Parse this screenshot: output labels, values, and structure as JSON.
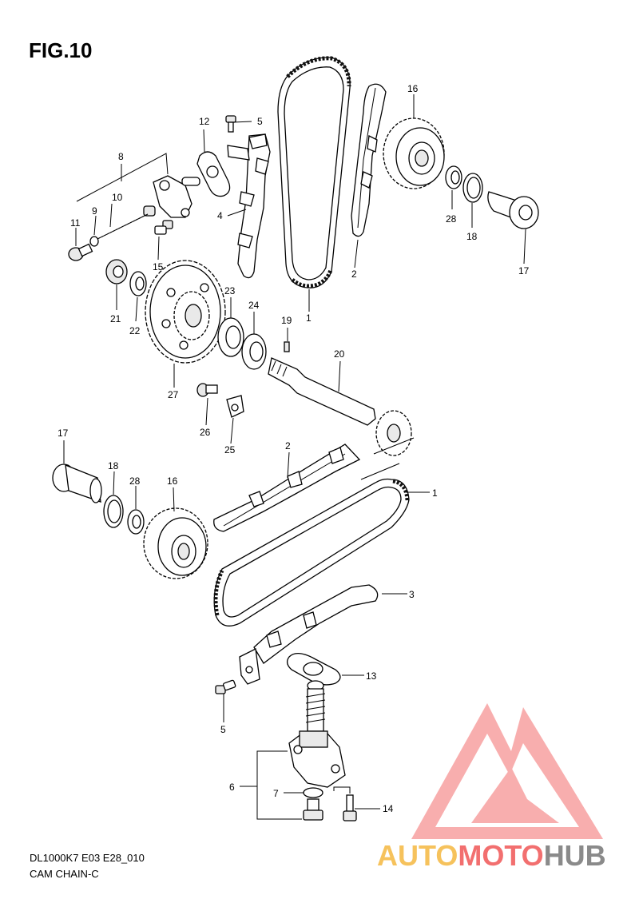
{
  "figure": {
    "title": "FIG.10"
  },
  "footer": {
    "model_code": "DL1000K7 E03 E28_010",
    "section_name": "CAM CHAIN-C"
  },
  "watermark": {
    "part1": "AUTO",
    "part2": "MOTO",
    "part3": "HUB",
    "color_light": "#f6c25c",
    "color_mid": "#f26f6f",
    "color_dark": "#8a8a8a",
    "logo_color": "#f7a1a1"
  },
  "parts": {
    "p1_upper": "1",
    "p1_lower": "1",
    "p2_upper": "2",
    "p2_lower": "2",
    "p3": "3",
    "p4": "4",
    "p5_upper": "5",
    "p5_lower": "5",
    "p6": "6",
    "p7": "7",
    "p8": "8",
    "p9": "9",
    "p10": "10",
    "p11": "11",
    "p12": "12",
    "p13": "13",
    "p14": "14",
    "p15": "15",
    "p16_upper": "16",
    "p16_lower": "16",
    "p17_upper": "17",
    "p17_lower": "17",
    "p18_upper": "18",
    "p18_lower": "18",
    "p19": "19",
    "p20": "20",
    "p21": "21",
    "p22": "22",
    "p23": "23",
    "p24": "24",
    "p25": "25",
    "p26": "26",
    "p27": "27",
    "p28_upper": "28",
    "p28_lower": "28"
  }
}
